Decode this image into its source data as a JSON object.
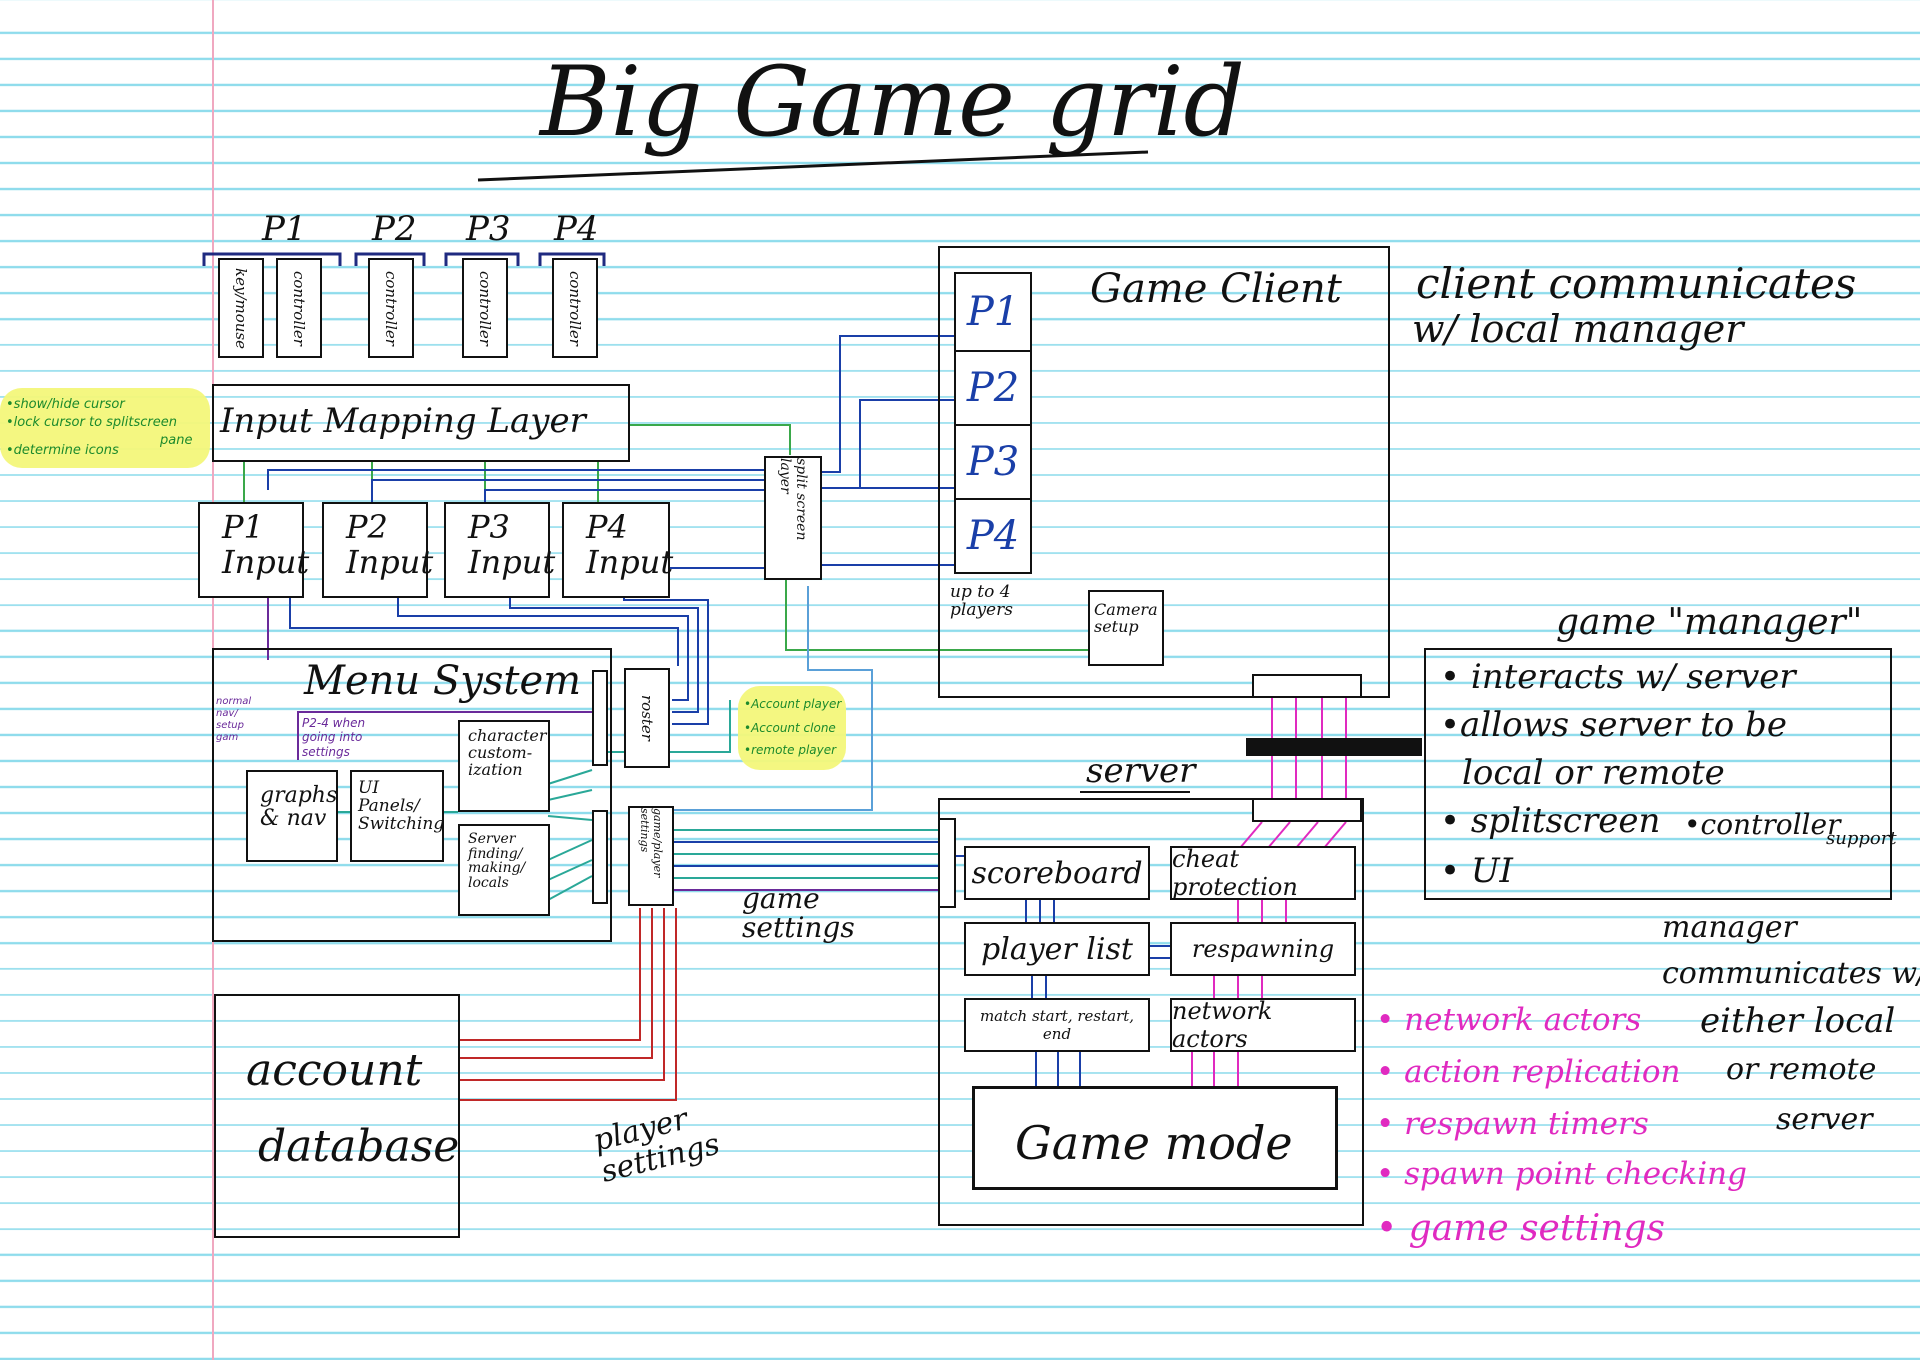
{
  "title": "Big Game grid",
  "players": {
    "brackets": [
      "P1",
      "P2",
      "P3",
      "P4"
    ],
    "devices": [
      "key/mouse",
      "controller",
      "controller",
      "controller",
      "controller"
    ]
  },
  "input_mapping": {
    "label": "Input Mapping Layer",
    "notes": [
      "•show/hide cursor",
      "•lock cursor to splitscreen",
      "pane",
      "•determine icons"
    ]
  },
  "inputs": [
    {
      "p": "P1",
      "label": "Input"
    },
    {
      "p": "P2",
      "label": "Input"
    },
    {
      "p": "P3",
      "label": "Input"
    },
    {
      "p": "P4",
      "label": "Input"
    }
  ],
  "split_screen": "split screen layer",
  "game_client": {
    "title": "Game Client",
    "slots": [
      "P1",
      "P2",
      "P3",
      "P4"
    ],
    "slot_note": "up to 4 players",
    "camera": "Camera setup"
  },
  "client_note": [
    "client communicates",
    "w/ local manager"
  ],
  "menu": {
    "title": "Menu System",
    "nav_note": "normal nav/ setup gam",
    "p24_note": "P2-4 when going into settings",
    "graphs": "graphs & nav",
    "ui_panels": "UI Panels/ Switching",
    "character": "character custom- ization",
    "server_finding": "Server finding/ making/ locals",
    "roster": "roster",
    "game_player_settings": "game/player settings",
    "roster_notes": [
      "•Account player",
      "•Account clone",
      "•remote player"
    ]
  },
  "game_settings_label": "game settings",
  "player_settings_label": "player settings",
  "account_db": [
    "account",
    "database"
  ],
  "server": {
    "title": "server",
    "scoreboard": "scoreboard",
    "cheat": "cheat protection",
    "player_list": "player list",
    "respawning": "respawning",
    "match": "match start, restart, end",
    "network_actors": "network actors",
    "game_mode": "Game mode"
  },
  "manager": {
    "title": "game \"manager\"",
    "bullets": [
      "• interacts w/ server",
      "•allows server to be",
      "local or remote",
      "• splitscreen",
      "•controller",
      "support",
      "• UI"
    ]
  },
  "manager_note": [
    "manager",
    "communicates w/",
    "either local",
    "or remote",
    "server"
  ],
  "server_features": [
    "• network actors",
    "• action replication",
    "• respawn timers",
    "• spawn point checking",
    "• game settings"
  ],
  "colors": {
    "blue": "#1a3fa8",
    "green": "#3aa84a",
    "teal": "#2aa898",
    "purple": "#6a2a9a",
    "red": "#c02828",
    "magenta": "#e02ac0",
    "highlight": "#f3f77a",
    "rule": "#8fdcec"
  }
}
